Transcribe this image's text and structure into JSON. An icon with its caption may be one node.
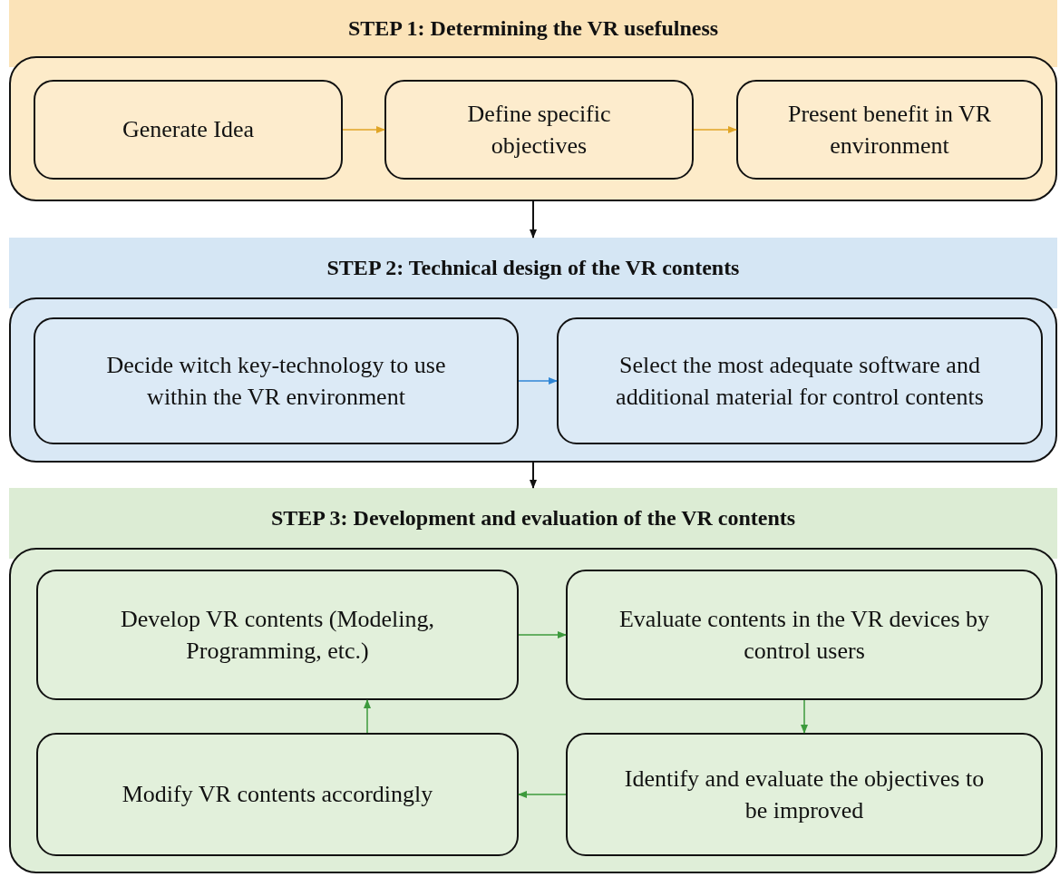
{
  "diagram": {
    "nodes": [
      {
        "text": [
          "STEP 1: Determining the VR usefulness"
        ]
      },
      {
        "text": [
          "Generate Idea"
        ],
        "in": 0
      },
      {
        "text": [
          "Define specific objectives"
        ],
        "in": 0
      },
      {
        "text": [
          "Present benefit in VR environment"
        ],
        "in": 0
      },
      {
        "text": [
          "STEP 2: Technical design of the VR contents"
        ]
      },
      {
        "text": [
          "Decide witch key-technology to use within the VR environment"
        ],
        "in": 4
      },
      {
        "text": [
          "Select the most adequate software and additional material for control contents"
        ],
        "in": 4
      },
      {
        "text": [
          "STEP 3: Development and evaluation of the VR contents"
        ]
      },
      {
        "text": [
          "Develop VR contents (Modeling, Programming, etc.)"
        ],
        "in": 7
      },
      {
        "text": [
          "Evaluate contents in the VR devices by control users"
        ],
        "in": 7
      },
      {
        "text": [
          "Modify VR contents accordingly"
        ],
        "in": 7
      },
      {
        "text": [
          "Identify and evaluate the objectives to be improved"
        ],
        "in": 7
      }
    ],
    "edges": [
      {
        "from": 1,
        "to": 2,
        "arrow": "to",
        "color": "#e0a526"
      },
      {
        "from": 2,
        "to": 3,
        "arrow": "to",
        "color": "#e0a526"
      },
      {
        "from": 0,
        "to": 4,
        "arrow": "to",
        "color": "#111111"
      },
      {
        "from": 5,
        "to": 6,
        "arrow": "to",
        "color": "#2f86d6"
      },
      {
        "from": 4,
        "to": 7,
        "arrow": "to",
        "color": "#111111"
      },
      {
        "from": 8,
        "to": 9,
        "arrow": "to",
        "color": "#3d9a3d"
      },
      {
        "from": 9,
        "to": 11,
        "arrow": "to",
        "color": "#3d9a3d"
      },
      {
        "from": 11,
        "to": 10,
        "arrow": "to",
        "color": "#3d9a3d"
      },
      {
        "from": 10,
        "to": 8,
        "arrow": "to",
        "color": "#3d9a3d"
      }
    ]
  }
}
